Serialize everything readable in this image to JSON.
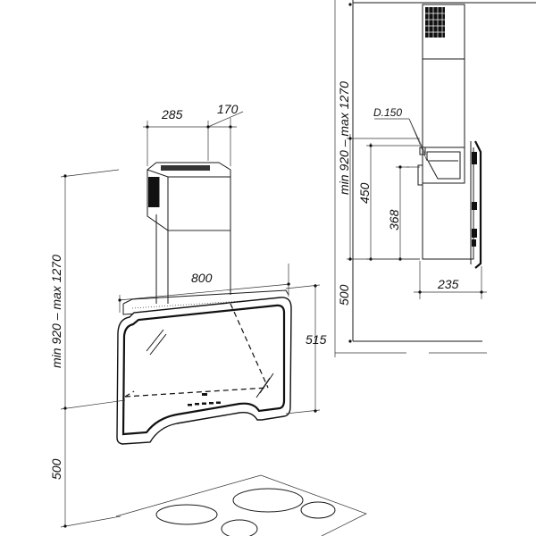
{
  "dimensions": {
    "chimney_width": "285",
    "chimney_depth": "170",
    "hood_width": "800",
    "hood_height": "515",
    "total_height_front": "min 920 – max 1270",
    "clearance_front": "500",
    "total_height_side": "min 920 – max 1270",
    "duct_diameter": "D.150",
    "side_height_outer": "450",
    "side_height_inner": "368",
    "side_depth": "235",
    "clearance_side": "500"
  }
}
